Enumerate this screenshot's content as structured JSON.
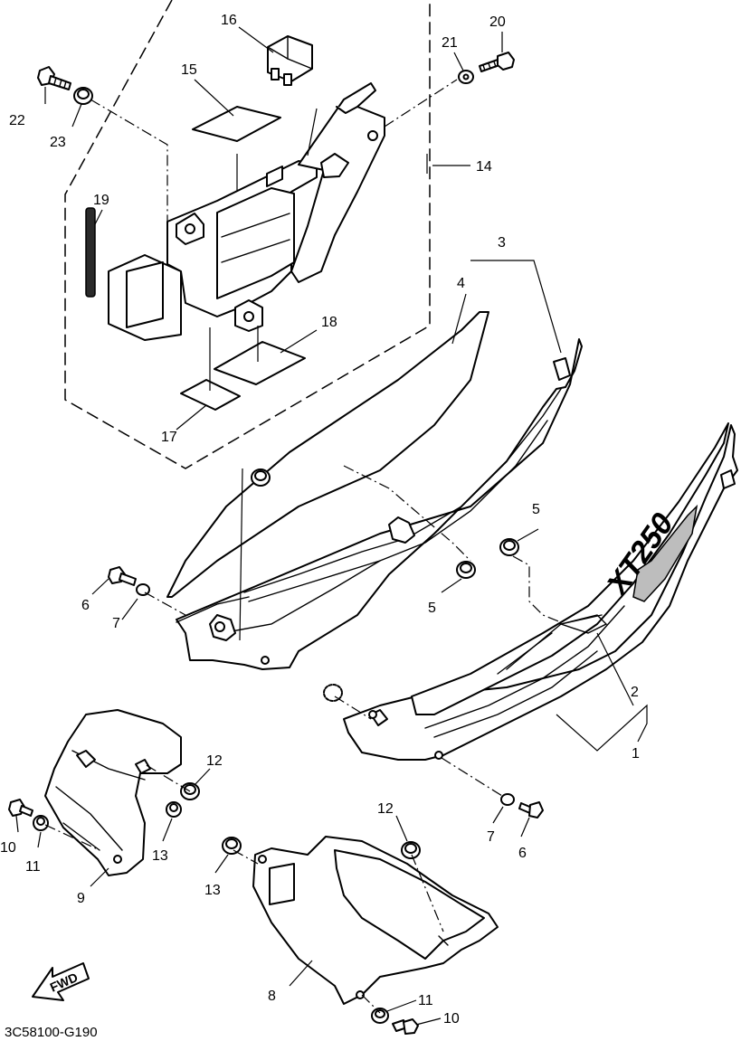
{
  "diagram": {
    "code": "3C58100-G190",
    "fwd_label": "FWD",
    "logo_text": "XT250"
  },
  "callouts": [
    {
      "id": "c1",
      "label": "1"
    },
    {
      "id": "c2",
      "label": "2"
    },
    {
      "id": "c3",
      "label": "3"
    },
    {
      "id": "c4",
      "label": "4"
    },
    {
      "id": "c5a",
      "label": "5"
    },
    {
      "id": "c5b",
      "label": "5"
    },
    {
      "id": "c6a",
      "label": "6"
    },
    {
      "id": "c6b",
      "label": "6"
    },
    {
      "id": "c7a",
      "label": "7"
    },
    {
      "id": "c7b",
      "label": "7"
    },
    {
      "id": "c8",
      "label": "8"
    },
    {
      "id": "c9",
      "label": "9"
    },
    {
      "id": "c10a",
      "label": "10"
    },
    {
      "id": "c10b",
      "label": "10"
    },
    {
      "id": "c11a",
      "label": "11"
    },
    {
      "id": "c11b",
      "label": "11"
    },
    {
      "id": "c12a",
      "label": "12"
    },
    {
      "id": "c12b",
      "label": "12"
    },
    {
      "id": "c13a",
      "label": "13"
    },
    {
      "id": "c13b",
      "label": "13"
    },
    {
      "id": "c14",
      "label": "14"
    },
    {
      "id": "c15",
      "label": "15"
    },
    {
      "id": "c16",
      "label": "16"
    },
    {
      "id": "c17",
      "label": "17"
    },
    {
      "id": "c18",
      "label": "18"
    },
    {
      "id": "c19",
      "label": "19"
    },
    {
      "id": "c20",
      "label": "20"
    },
    {
      "id": "c21",
      "label": "21"
    },
    {
      "id": "c22",
      "label": "22"
    },
    {
      "id": "c23",
      "label": "23"
    }
  ]
}
